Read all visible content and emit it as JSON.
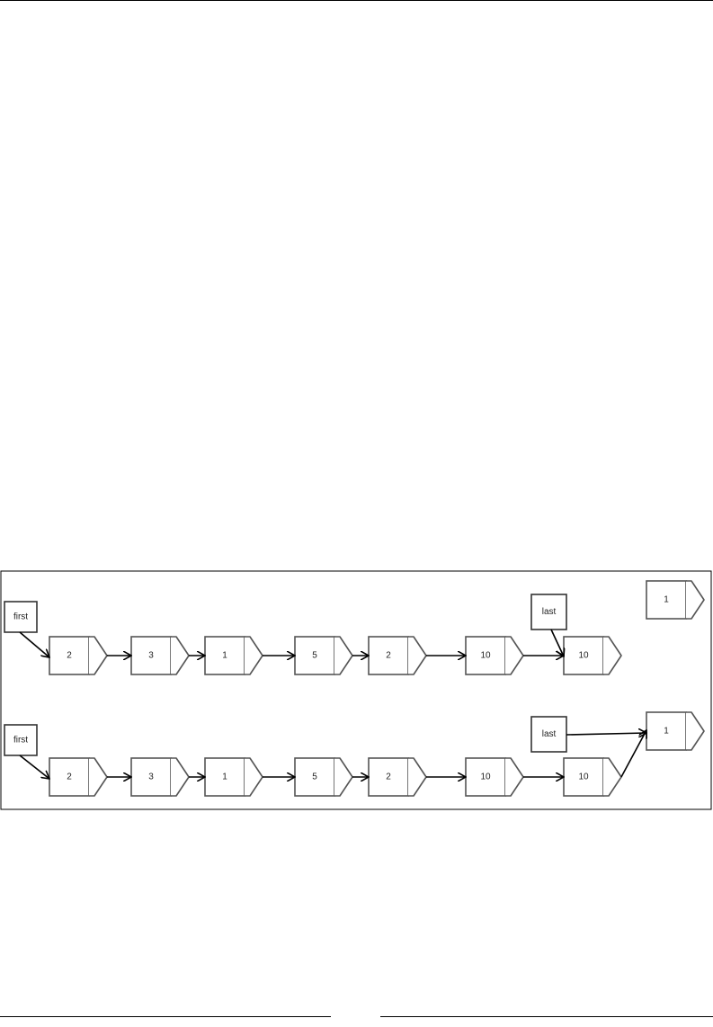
{
  "diagram": {
    "rows": [
      {
        "first_label": "first",
        "last_label": "last",
        "list_values": [
          "2",
          "3",
          "1",
          "5",
          "2",
          "10",
          "10"
        ],
        "new_node_value": "1",
        "last_points_to": "node-7",
        "tail_linked_to_new": false
      },
      {
        "first_label": "first",
        "last_label": "last",
        "list_values": [
          "2",
          "3",
          "1",
          "5",
          "2",
          "10",
          "10"
        ],
        "new_node_value": "1",
        "last_points_to": "new-node",
        "tail_linked_to_new": true
      }
    ]
  }
}
